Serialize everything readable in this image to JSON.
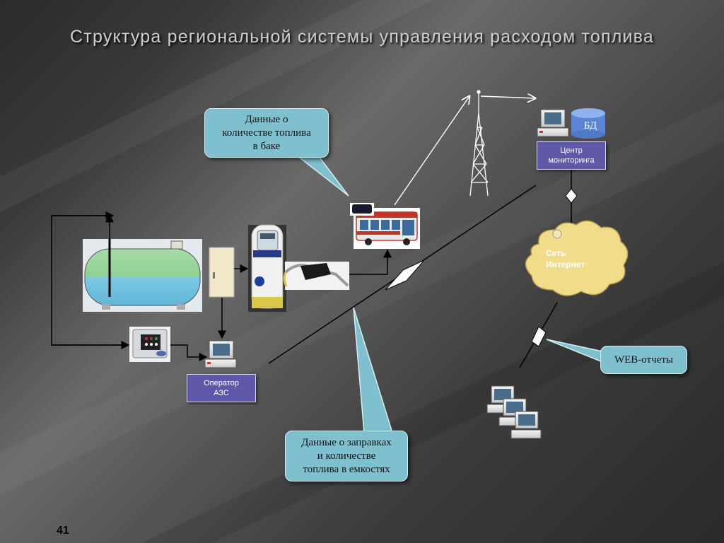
{
  "slide": {
    "title": "Структура региональной системы управления расходом топлива",
    "page_number": "41"
  },
  "callouts": {
    "tank_data": "Данные о\nколичестве топлива\nв баке",
    "refuel_data": "Данные о заправках\nи количестве\nтоплива в емкостях",
    "web_reports": "WEB-отчеты"
  },
  "labels": {
    "monitoring_center": "Центр\nмониторинга",
    "station_operator": "Оператор\nАЗС",
    "network": "Сеть\nИнтернет",
    "database": "БД"
  },
  "colors": {
    "callout_fill": "#7fc0cf",
    "label_fill": "#5f58a8",
    "cloud_fill": "#f1dc8c",
    "tank_top": "#8fcf94",
    "tank_bottom": "#6fc2df"
  }
}
